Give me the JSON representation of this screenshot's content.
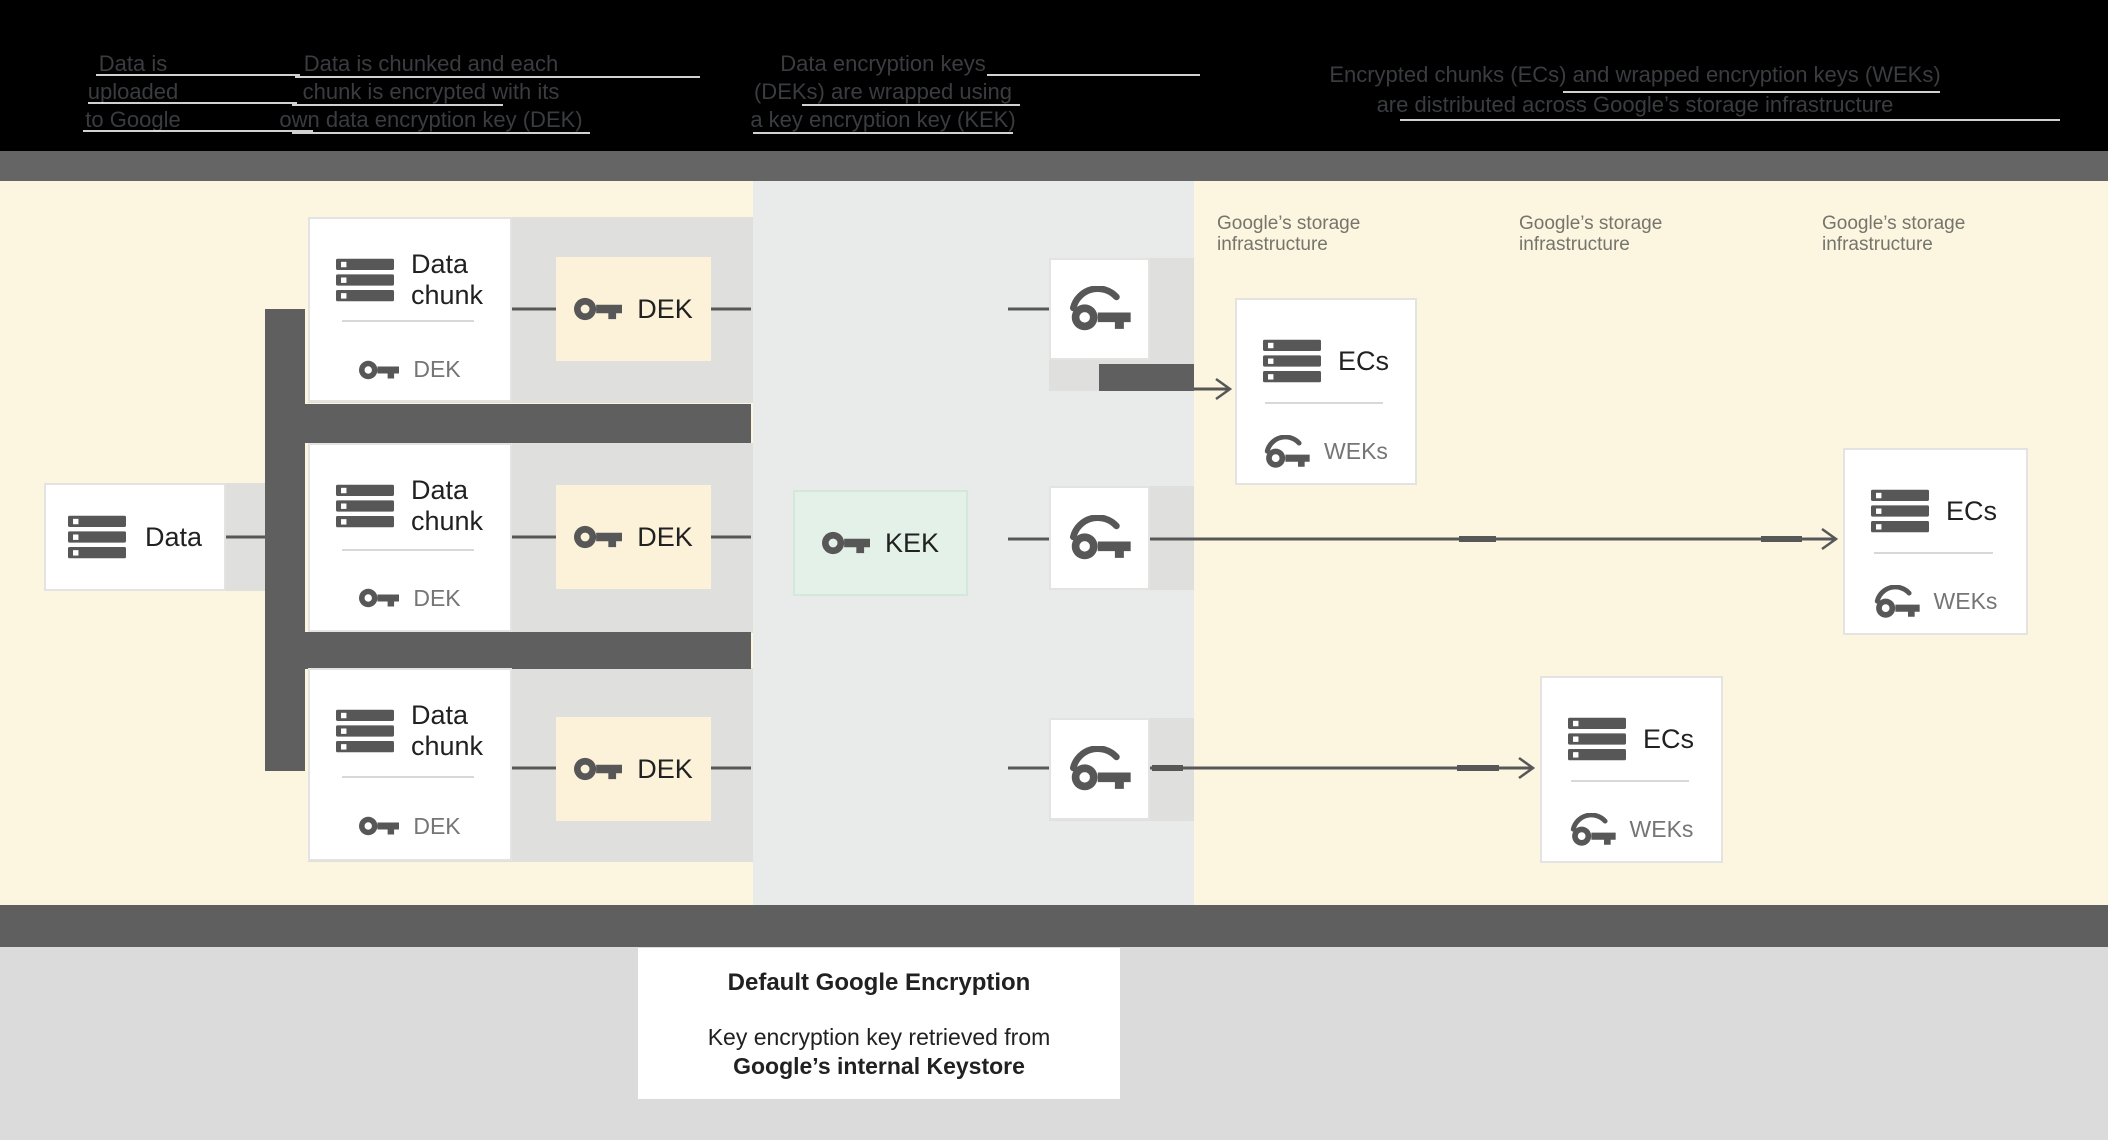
{
  "header": {
    "steps": [
      {
        "lines": [
          "Data is",
          "uploaded",
          "to Google"
        ]
      },
      {
        "lines": [
          "Data is chunked and each",
          "chunk is encrypted with its",
          "own data encryption key (DEK)"
        ]
      },
      {
        "lines": [
          "Data encryption keys",
          "(DEKs) are wrapped using",
          "a key encryption key (KEK)"
        ]
      },
      {
        "lines": [
          "Encrypted chunks (ECs) and wrapped encryption keys (WEKs)",
          "are distributed across Google’s storage infrastructure"
        ]
      }
    ]
  },
  "diagram": {
    "data_box": {
      "label": "Data"
    },
    "chunk_boxes": [
      {
        "label": "Data chunk",
        "key_label": "DEK"
      },
      {
        "label": "Data chunk",
        "key_label": "DEK"
      },
      {
        "label": "Data chunk",
        "key_label": "DEK"
      }
    ],
    "dek_boxes": [
      {
        "label": "DEK"
      },
      {
        "label": "DEK"
      },
      {
        "label": "DEK"
      }
    ],
    "kek_box": {
      "label": "KEK"
    },
    "storage_labels": [
      {
        "text": "Google’s storage infrastructure"
      },
      {
        "text": "Google’s storage infrastructure"
      },
      {
        "text": "Google’s storage infrastructure"
      }
    ],
    "ec_boxes": [
      {
        "label": "ECs",
        "key_label": "WEKs"
      },
      {
        "label": "ECs",
        "key_label": "WEKs"
      },
      {
        "label": "ECs",
        "key_label": "WEKs"
      }
    ]
  },
  "footer": {
    "title": "Default Google Encryption",
    "line1": "Key encryption key retrieved from",
    "line2": "Google’s internal Keystore"
  },
  "colors": {
    "header_black": "#000000",
    "caption_text": "#3a3c40",
    "divider_bar": "#656565",
    "cream": "#fcf5e0",
    "column_gray": "#e9ebea",
    "backdrop_gray": "#dfdfde",
    "dark_gray": "#5f5f5f",
    "dek_chip": "#fbf2d9",
    "kek_green": "#e3f1e8",
    "kek_border": "#d3e7da",
    "icon_gray": "#575757",
    "label_dark": "#212121",
    "label_gray": "#757575",
    "storage_label_gray": "#75756c",
    "footer_gray": "#dbdbdb"
  }
}
